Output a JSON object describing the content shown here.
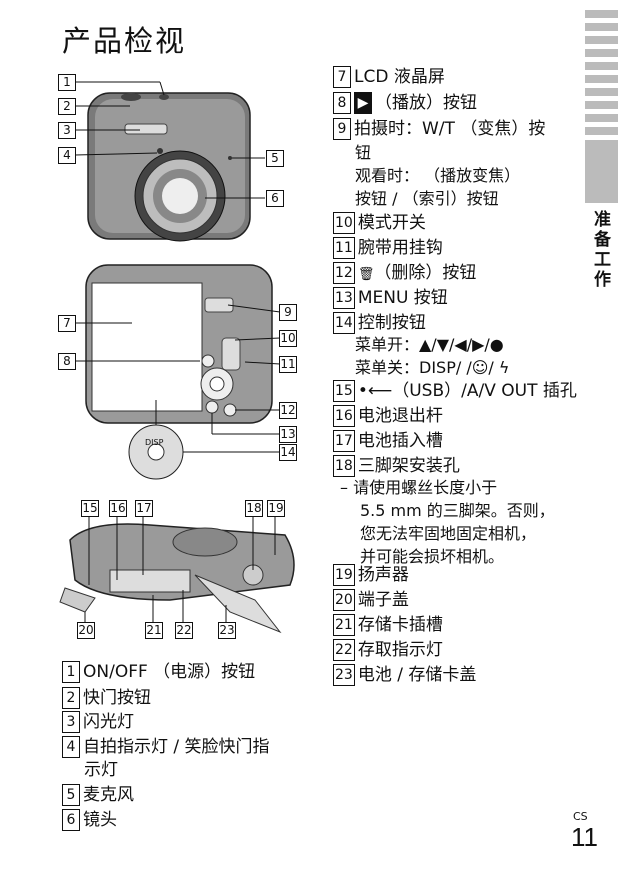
{
  "page_title": "产品检视",
  "side_tab": "准备工作",
  "page_lang": "CS",
  "page_number": "11",
  "figure_callouts": {
    "c1": "1",
    "c2": "2",
    "c3": "3",
    "c4": "4",
    "c5": "5",
    "c6": "6",
    "c7": "7",
    "c8": "8",
    "c9": "9",
    "c10": "10",
    "c11": "11",
    "c12": "12",
    "c13": "13",
    "c14": "14",
    "c15": "15",
    "c16": "16",
    "c17": "17",
    "c18": "18",
    "c19": "19",
    "c20": "20",
    "c21": "21",
    "c22": "22",
    "c23": "23",
    "disp": "DISP"
  },
  "left_items": [
    {
      "num": "1",
      "text": "ON/OFF （电源）按钮"
    },
    {
      "num": "2",
      "text": "快门按钮"
    },
    {
      "num": "3",
      "text": "闪光灯"
    },
    {
      "num": "4",
      "text": "自拍指示灯 / 笑脸快门指"
    },
    {
      "num": "4b",
      "text": "示灯"
    },
    {
      "num": "5",
      "text": "麦克风"
    },
    {
      "num": "6",
      "text": "镜头"
    }
  ],
  "right_items": [
    {
      "num": "7",
      "text": "LCD 液晶屏"
    },
    {
      "num": "8",
      "text": "（播放）按钮",
      "icon": "▶"
    },
    {
      "num": "9",
      "text": "拍摄时：W/T （变焦）按"
    },
    {
      "num": "9b",
      "text": "钮"
    },
    {
      "num": "9c",
      "text": "观看时：  （播放变焦）"
    },
    {
      "num": "9d",
      "text": "按钮 /   （索引）按钮"
    },
    {
      "num": "10",
      "text": "模式开关"
    },
    {
      "num": "11",
      "text": "腕带用挂钩"
    },
    {
      "num": "12",
      "text": "（删除）按钮",
      "icon": "🗑"
    },
    {
      "num": "13",
      "text": "MENU 按钮"
    },
    {
      "num": "14",
      "text": "控制按钮"
    },
    {
      "num": "14b",
      "text": "菜单开：▲/▼/◀/▶/●"
    },
    {
      "num": "14c",
      "text": "菜单关：DISP/  /☺/ ϟ"
    },
    {
      "num": "15",
      "text": "（USB）/A/V OUT 插孔",
      "icon": "•⟵"
    },
    {
      "num": "16",
      "text": "电池退出杆"
    },
    {
      "num": "17",
      "text": "电池插入槽"
    },
    {
      "num": "18",
      "text": "三脚架安装孔"
    },
    {
      "num": "18b",
      "text": "–  请使用螺丝长度小于"
    },
    {
      "num": "18c",
      "text": "5.5 mm 的三脚架。否则，"
    },
    {
      "num": "18d",
      "text": "您无法牢固地固定相机，"
    },
    {
      "num": "18e",
      "text": "并可能会损坏相机。"
    },
    {
      "num": "19",
      "text": "扬声器"
    },
    {
      "num": "20",
      "text": "端子盖"
    },
    {
      "num": "21",
      "text": "存储卡插槽"
    },
    {
      "num": "22",
      "text": "存取指示灯"
    },
    {
      "num": "23",
      "text": "电池 / 存储卡盖"
    }
  ]
}
